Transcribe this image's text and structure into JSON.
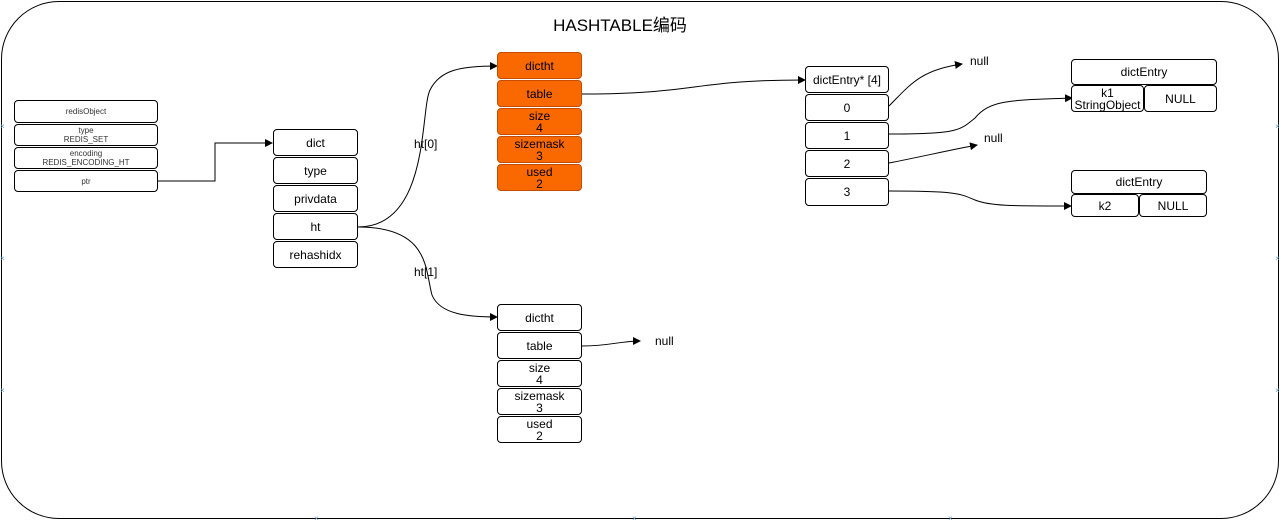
{
  "title": "HASHTABLE编码",
  "redisObject": {
    "header": "redisObject",
    "type": "type\nREDIS_SET",
    "encoding": "encoding\nREDIS_ENCODING_HT",
    "ptr": "ptr"
  },
  "dict": {
    "header": "dict",
    "fields": [
      "type",
      "privdata",
      "ht",
      "rehashidx"
    ]
  },
  "ht_labels": [
    "ht[0]",
    "ht[1]"
  ],
  "dictht0": {
    "header": "dictht",
    "table": "table",
    "size": "size\n4",
    "sizemask": "sizemask\n3",
    "used": "used\n2",
    "fill_color": "#fa6800"
  },
  "dictht1": {
    "header": "dictht",
    "table": "table",
    "size": "size\n4",
    "sizemask": "sizemask\n3",
    "used": "used\n2"
  },
  "entries": {
    "header": "dictEntry* [4]",
    "slots": [
      "0",
      "1",
      "2",
      "3"
    ]
  },
  "null_labels": [
    "null",
    "null",
    "null"
  ],
  "dictEntry1": {
    "header": "dictEntry",
    "key": "k1\nStringObject",
    "next": "NULL"
  },
  "dictEntry2": {
    "header": "dictEntry",
    "key": "k2",
    "next": "NULL"
  }
}
